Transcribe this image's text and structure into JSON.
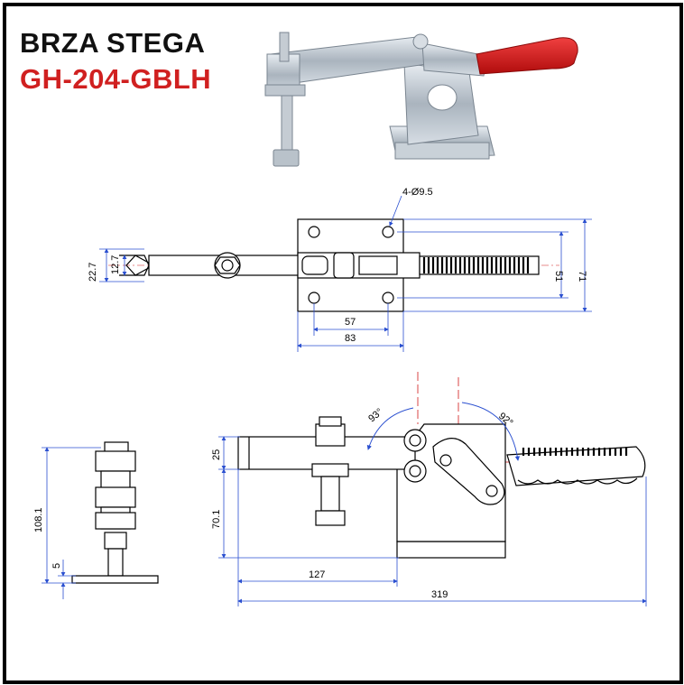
{
  "header": {
    "line1": "BRZA STEGA",
    "line2": "GH-204-GBLH"
  },
  "colors": {
    "accent": "#d02020",
    "handle_red": "#d01818",
    "dim_blue": "#2a4fd0",
    "centerline_red": "#d01818"
  },
  "top_view": {
    "hole_label": "4-Ø9.5",
    "dims": {
      "d227": "22.7",
      "d127": "12.7",
      "d51": "51",
      "d71": "71",
      "d57": "57",
      "d83": "83"
    }
  },
  "side_view": {
    "dims": {
      "d25": "25",
      "d701": "70.1",
      "d127": "127",
      "d319": "319"
    },
    "angles": {
      "a1": "93°",
      "a2": "92°"
    }
  },
  "end_view": {
    "dims": {
      "d1081": "108.1",
      "d5": "5"
    }
  }
}
